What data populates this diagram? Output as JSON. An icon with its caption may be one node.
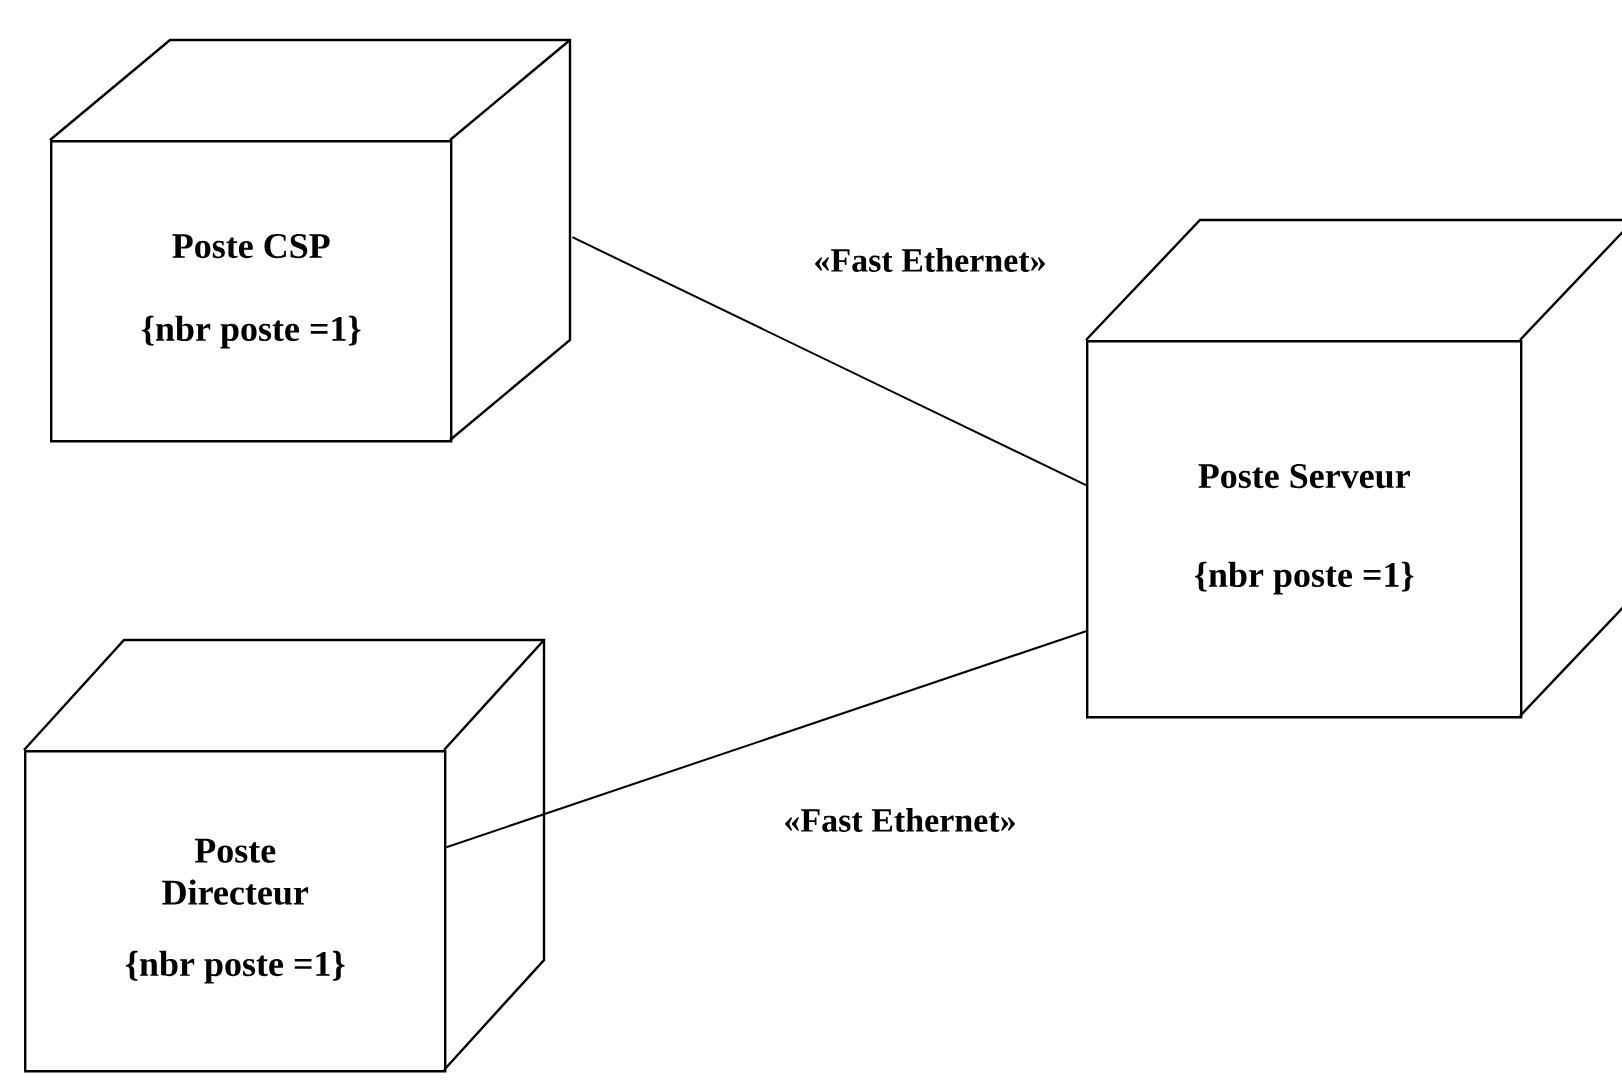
{
  "diagram": {
    "nodes": [
      {
        "text": [
          "Poste CSP",
          "{nbr poste =1}"
        ]
      },
      {
        "text": [
          "Poste Serveur",
          "{nbr poste =1}"
        ]
      },
      {
        "text": [
          "Poste Directeur",
          "{nbr poste =1}"
        ]
      }
    ],
    "edges": [
      {
        "from": 0,
        "to": 1,
        "arrow": "none",
        "label": "«Fast Ethernet»"
      },
      {
        "from": 2,
        "to": 1,
        "arrow": "none",
        "label": "«Fast Ethernet»"
      }
    ]
  }
}
